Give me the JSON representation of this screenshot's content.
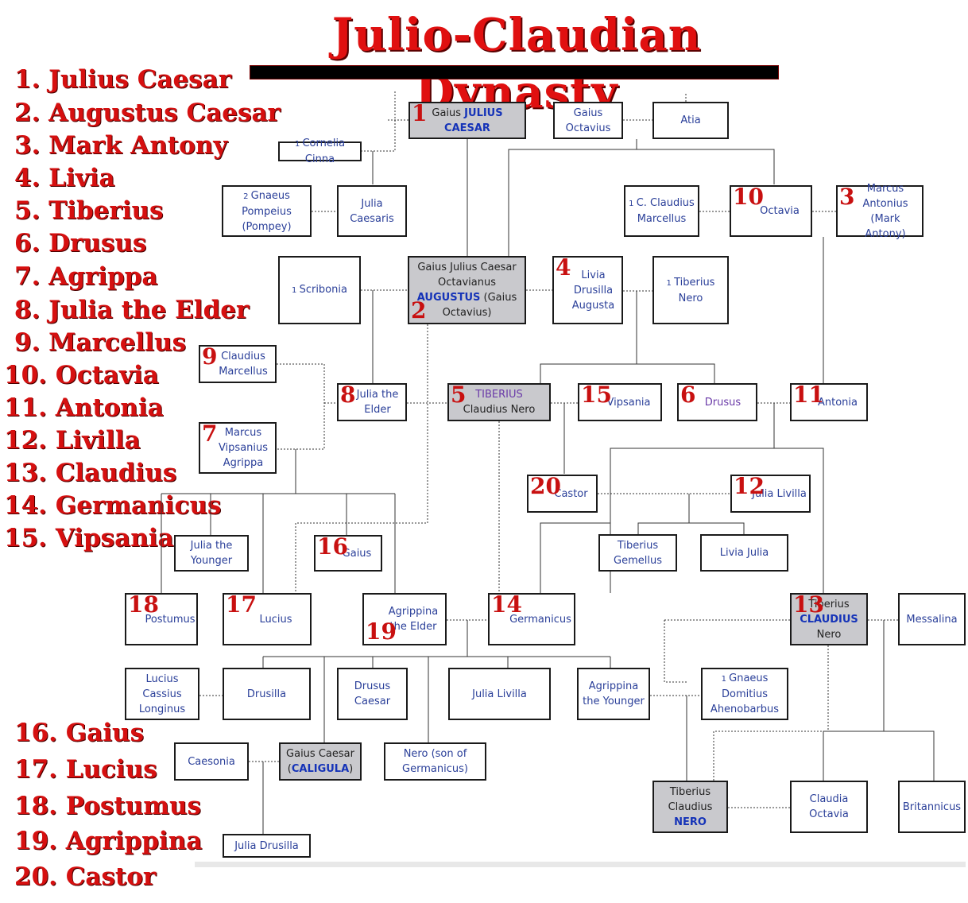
{
  "title": "Julio-Claudian Dynasty",
  "legend_top": [
    "1. Julius Caesar",
    "2. Augustus Caesar",
    "3. Mark Antony",
    "4. Livia",
    "5. Tiberius",
    "6. Drusus",
    "7. Agrippa",
    "8. Julia the Elder",
    "9. Marcellus",
    "10. Octavia",
    "11. Antonia",
    "12. Livilla",
    "13. Claudius",
    "14. Germanicus",
    "15. Vipsania"
  ],
  "legend_bottom": [
    "16. Gaius",
    "17. Lucius",
    "18. Postumus",
    "19. Agrippina",
    "20. Castor"
  ],
  "nodes": {
    "julius_caesar": {
      "num": "1",
      "pre": "Gaius ",
      "name": "JULIUS",
      "post": "CAESAR"
    },
    "gaius_octavius": {
      "label": "Gaius Octavius"
    },
    "atia": {
      "label": "Atia"
    },
    "cornelia_cinna": {
      "mark": "1",
      "label": "Cornelia Cinna"
    },
    "pompey": {
      "mark": "2",
      "label": "Gnaeus Pompeius (Pompey)"
    },
    "julia_caesaris": {
      "label": "Julia Caesaris"
    },
    "c_claudius_marcellus": {
      "mark": "1",
      "label": "C. Claudius Marcellus"
    },
    "octavia": {
      "num": "10",
      "label": "Octavia"
    },
    "mark_antony": {
      "num": "3",
      "label": "Marcus Antonius (Mark Antony)"
    },
    "scribonia": {
      "mark": "1",
      "label": "Scribonia"
    },
    "augustus": {
      "num": "2",
      "pre": "Gaius Julius Caesar Octavianus",
      "name": "AUGUSTUS",
      "post": " (Gaius Octavius)"
    },
    "livia": {
      "num": "4",
      "label": "Livia Drusilla Augusta"
    },
    "tiberius_nero": {
      "mark": "1",
      "label": "Tiberius Nero"
    },
    "claudius_marcellus": {
      "num": "9",
      "label": "Claudius Marcellus"
    },
    "julia_elder": {
      "num": "8",
      "label": "Julia the Elder"
    },
    "tiberius": {
      "num": "5",
      "name": "TIBERIUS",
      "post": "Claudius Nero"
    },
    "vipsania": {
      "num": "15",
      "label": "Vipsania"
    },
    "drusus": {
      "num": "6",
      "label": "Drusus"
    },
    "antonia": {
      "num": "11",
      "label": "Antonia"
    },
    "agrippa": {
      "num": "7",
      "label": "Marcus Vipsanius Agrippa"
    },
    "castor": {
      "num": "20",
      "label": "Castor"
    },
    "julia_livilla_12": {
      "num": "12",
      "label": "Julia Livilla"
    },
    "julia_younger": {
      "label": "Julia the Younger"
    },
    "gaius": {
      "num": "16",
      "label": "Gaius"
    },
    "tiberius_gemellus": {
      "label": "Tiberius Gemellus"
    },
    "livia_julia": {
      "label": "Livia Julia"
    },
    "postumus": {
      "num": "18",
      "label": "Postumus"
    },
    "lucius": {
      "num": "17",
      "label": "Lucius"
    },
    "agrippina_elder": {
      "num": "19",
      "label": "Agrippina the Elder"
    },
    "germanicus": {
      "num": "14",
      "label": "Germanicus"
    },
    "claudius": {
      "num": "13",
      "pre": "Tiberius",
      "name": "CLAUDIUS",
      "post": "Nero"
    },
    "messalina": {
      "label": "Messalina"
    },
    "lucius_cassius": {
      "label": "Lucius Cassius Longinus"
    },
    "drusilla": {
      "label": "Drusilla"
    },
    "drusus_caesar": {
      "label": "Drusus Caesar"
    },
    "julia_livilla": {
      "label": "Julia Livilla"
    },
    "agrippina_younger": {
      "label": "Agrippina the Younger"
    },
    "domitius": {
      "mark": "1",
      "label": "Gnaeus Domitius Ahenobarbus"
    },
    "caesonia": {
      "label": "Caesonia"
    },
    "caligula": {
      "pre": "Gaius Caesar",
      "name": "CALIGULA"
    },
    "nero_son": {
      "label": "Nero (son of Germanicus)"
    },
    "nero": {
      "pre": "Tiberius Claudius",
      "name": "NERO"
    },
    "claudia_octavia": {
      "label": "Claudia Octavia"
    },
    "britannicus": {
      "label": "Britannicus"
    },
    "julia_drusilla": {
      "label": "Julia Drusilla"
    }
  }
}
